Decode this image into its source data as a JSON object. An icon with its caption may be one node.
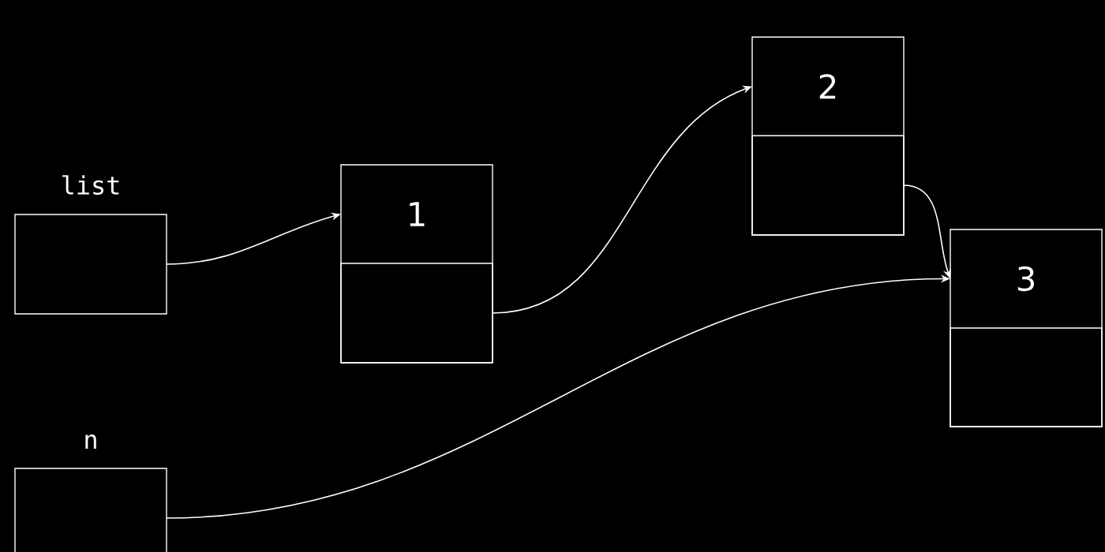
{
  "diagram": {
    "nodes": [
      {
        "text": [
          "list"
        ]
      },
      {
        "text": [
          "1"
        ]
      },
      {
        "text": [],
        "shape": "box",
        "in": 1
      },
      {
        "text": [
          "2"
        ]
      },
      {
        "text": [],
        "shape": "box",
        "in": 3
      },
      {
        "text": [
          "3"
        ]
      },
      {
        "text": [],
        "shape": "box",
        "in": 5
      },
      {
        "text": [
          "n"
        ]
      }
    ],
    "edges": [
      {
        "from": 0,
        "to": 1,
        "arrow": "to"
      },
      {
        "from": 2,
        "to": 3,
        "arrow": "to"
      },
      {
        "from": 4,
        "to": 5,
        "arrow": "to"
      },
      {
        "from": 7,
        "to": 5,
        "arrow": "to"
      }
    ]
  }
}
